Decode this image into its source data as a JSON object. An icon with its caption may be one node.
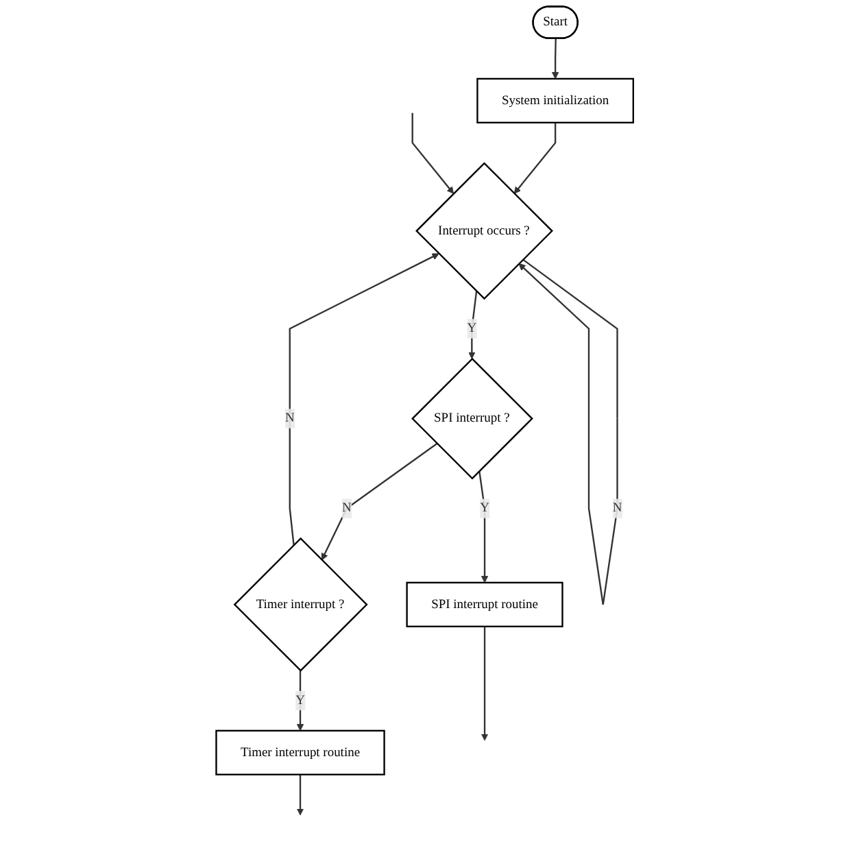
{
  "diagram": {
    "nodes": [
      {
        "text": [
          "Start"
        ]
      },
      {
        "text": [
          "System initialization"
        ]
      },
      {
        "text": [
          "Interrupt occurs ?"
        ]
      },
      {
        "text": [
          "SPI interrupt ?"
        ]
      },
      {
        "text": [
          "SPI interrupt routine"
        ]
      },
      {
        "text": [
          "Timer interrupt ?"
        ]
      },
      {
        "text": [
          "Timer interrupt routine"
        ]
      }
    ],
    "edges": [
      {
        "from": 0,
        "to": 1,
        "arrow": "to"
      },
      {
        "from": 1,
        "to": 2,
        "arrow": "to"
      },
      {
        "from": 2,
        "to": 2,
        "label": "N",
        "arrow": "to"
      },
      {
        "from": 2,
        "to": 3,
        "label": "Y",
        "arrow": "to"
      },
      {
        "from": 3,
        "to": 4,
        "label": "Y",
        "arrow": "to"
      },
      {
        "from": 3,
        "to": 5,
        "label": "N",
        "arrow": "to"
      },
      {
        "from": 5,
        "to": 6,
        "label": "Y",
        "arrow": "to"
      },
      {
        "from": 5,
        "to": 2,
        "label": "N",
        "arrow": "to"
      },
      {
        "from": 4,
        "to": null,
        "arrow": "to"
      },
      {
        "from": 6,
        "to": null,
        "arrow": "to"
      },
      {
        "from": null,
        "to": 2,
        "arrow": "to"
      }
    ]
  }
}
